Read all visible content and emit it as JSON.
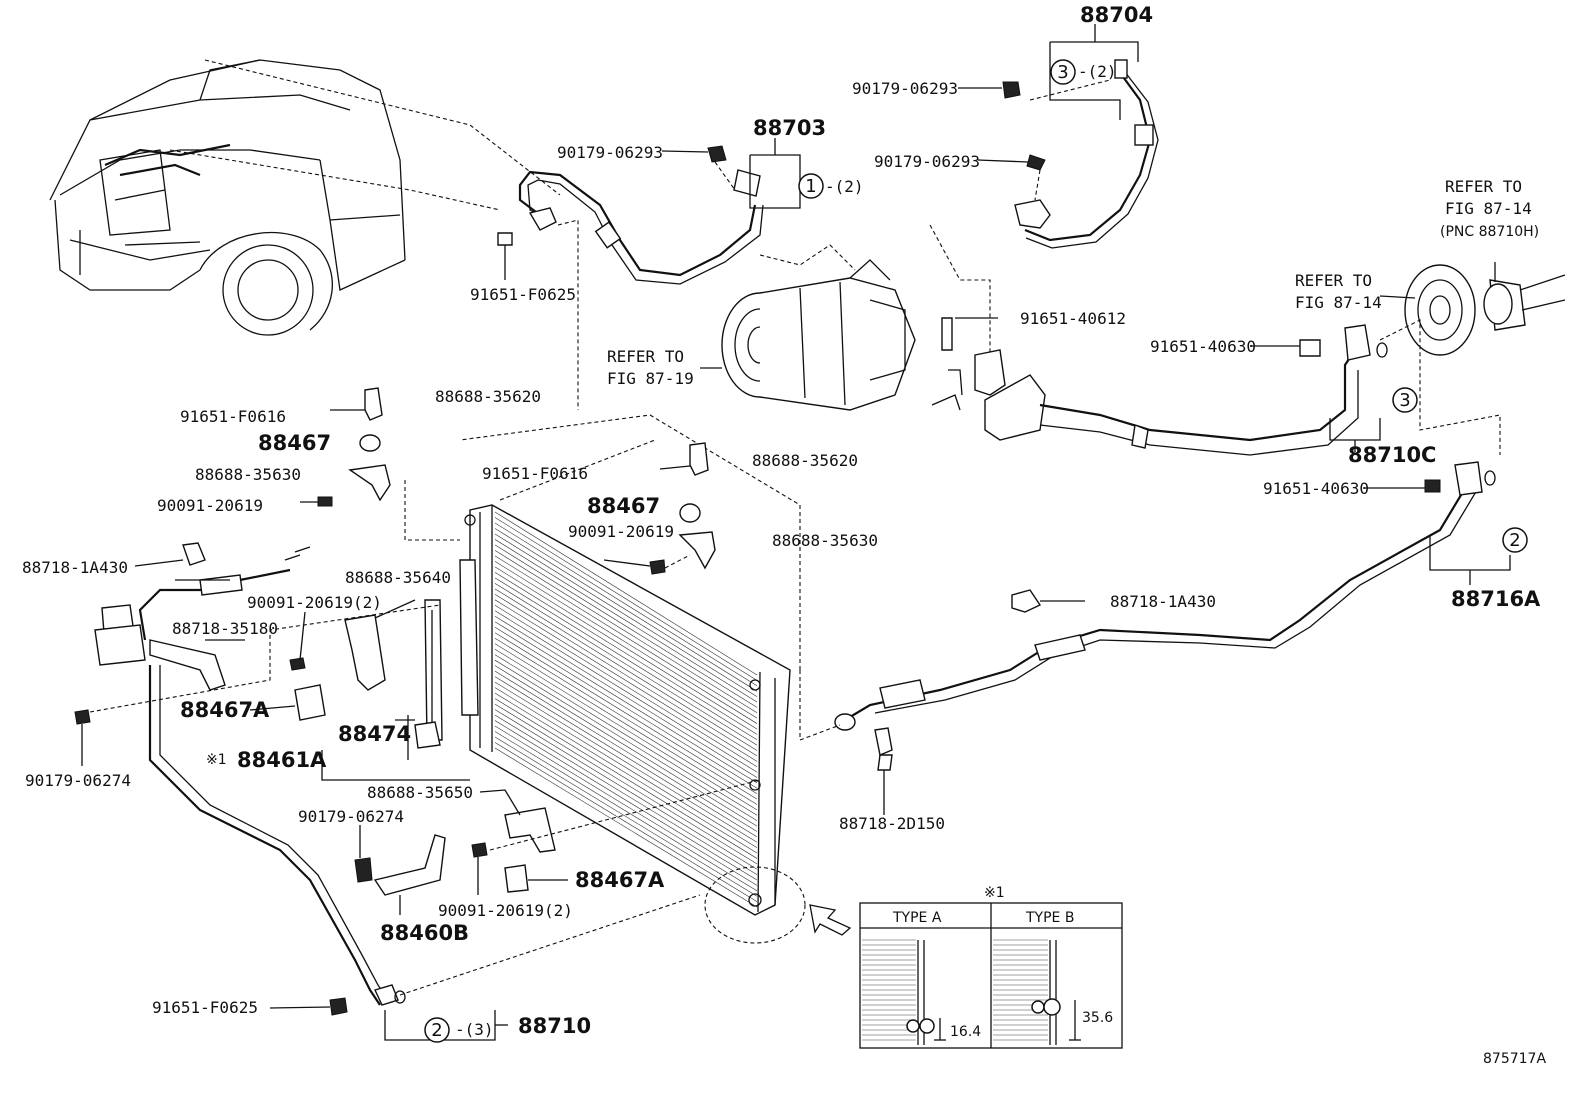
{
  "labels": {
    "p88704": "88704",
    "p88703": "88703",
    "n90179_06293_a": "90179-06293",
    "n90179_06293_b": "90179-06293",
    "n90179_06293_c": "90179-06293",
    "n91651_F0625_a": "91651-F0625",
    "n91651_40612": "91651-40612",
    "n91651_40630_a": "91651-40630",
    "n91651_40630_b": "91651-40630",
    "n91651_F0616_a": "91651-F0616",
    "n91651_F0616_b": "91651-F0616",
    "n88688_35620_a": "88688-35620",
    "n88688_35620_b": "88688-35620",
    "p88467_a": "88467",
    "p88467_b": "88467",
    "n88688_35630_a": "88688-35630",
    "n88688_35630_b": "88688-35630",
    "n90091_20619_a": "90091-20619",
    "n90091_20619_b": "90091-20619",
    "n90091_20619_2a": "90091-20619(2)",
    "n90091_20619_2b": "90091-20619(2)",
    "n88718_1A430_a": "88718-1A430",
    "n88718_1A430_b": "88718-1A430",
    "n88688_35640": "88688-35640",
    "n88718_35180": "88718-35180",
    "p88467A_a": "88467A",
    "p88467A_b": "88467A",
    "p88474": "88474",
    "p88461A": "88461A",
    "mark_x1": "※1",
    "n90179_06274_a": "90179-06274",
    "n90179_06274_b": "90179-06274",
    "n88688_35650": "88688-35650",
    "p88460B": "88460B",
    "n91651_F0625_b": "91651-F0625",
    "p88710": "88710",
    "p88710C": "88710C",
    "p88716A": "88716A",
    "n88718_2D150": "88718-2D150",
    "qty2a": "-(2)",
    "qty2b": "-(2)",
    "qty3": "-(3)",
    "c1": "1",
    "c2a": "2",
    "c2b": "2",
    "c3a": "3",
    "c3b": "3",
    "diagram_id": "875717A"
  },
  "refers": {
    "fig_87_19_line1": "REFER TO",
    "fig_87_19_line2": "FIG 87-19",
    "fig_87_14a_line1": "REFER TO",
    "fig_87_14a_line2": "FIG 87-14",
    "fig_87_14b_line1": "REFER TO",
    "fig_87_14b_line2": "FIG 87-14",
    "fig_87_14b_line3": "(PNC 88710H)"
  },
  "inset": {
    "mark": "※1",
    "type_a": "TYPE A",
    "type_b": "TYPE B",
    "dim_a": "16.4",
    "dim_b": "35.6"
  }
}
